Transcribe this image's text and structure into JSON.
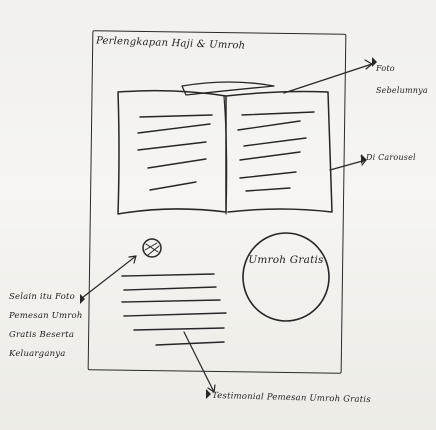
{
  "sketch": {
    "title": "Perlengkapan Haji & Umroh",
    "annotations": {
      "hero_photo": "Foto Sebelumnya",
      "carousel": "Di Carousel",
      "customer_photo": "Selain itu Foto Pemesan Umroh Gratis Beserta Keluarganya",
      "testimonial": "Testimonial Pemesan Umroh Gratis"
    },
    "circle_badge": "Umroh Gratis"
  }
}
